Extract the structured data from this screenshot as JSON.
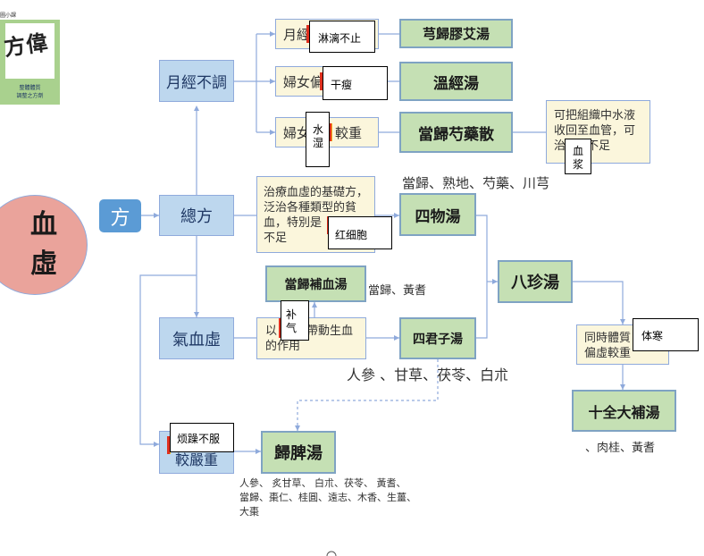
{
  "logo": {
    "caption_top": "圖小課",
    "brand_chars": "方偉",
    "subtitle_line1": "整體體質",
    "subtitle_line2": "調整之方劑"
  },
  "root": {
    "label": "血\n虛"
  },
  "fang": {
    "label": "方"
  },
  "nodes": {
    "yuejing": "月經不調",
    "zongfang": "總方",
    "qixuexu": "氣血虛",
    "jiaoyanzhong": "較嚴重",
    "yuejing_sub": "月經",
    "funv_pian": "婦女偏",
    "funv_jiao": "婦女",
    "funv_jiao2": "較重",
    "zongfang_desc": "治療血虛的基礎方，泛治各種類型的貧血，特別是",
    "zongfang_desc_tail": "不足",
    "qixuexu_desc1": "以",
    "qixuexu_desc2": "方帶動生血",
    "qixuexu_desc3": "的作用",
    "shuiye_desc1": "可把組織中水液",
    "shuiye_desc2": "收回至血管，可",
    "shuiye_desc3": "治",
    "shuiye_desc4": "不足",
    "tiwei_desc1": "同時體質",
    "tiwei_desc2": "偏虛較重"
  },
  "formulas": {
    "xiongguijiaoai": "芎歸膠艾湯",
    "wenjing": "溫經湯",
    "dangguishaoyao": "當歸芍藥散",
    "siwu": "四物湯",
    "dangguibuxue": "當歸補血湯",
    "bazhen": "八珍湯",
    "sijunzi": "四君子湯",
    "shiquan": "十全大補湯",
    "guipi": "歸脾湯"
  },
  "herbs": {
    "siwu": "當歸、熟地、芍藥、川芎",
    "dangguibuxue": "當歸、黃耆",
    "sijunzi": "人參 、甘草、茯苓、白朮",
    "shiquan": "、肉桂、黃耆",
    "guipi_line1": "人參、 炙甘草、 白朮、茯苓、 黃耆、",
    "guipi_line2": "當歸、棗仁、桂圓、遠志、木香、生薑、",
    "guipi_line3": "大棗"
  },
  "notes": {
    "linli": "淋漓不止",
    "ganshou": "干瘦",
    "shuishi": "水\n湿",
    "xuejiang": "血\n浆",
    "hongxibao": "红细胞",
    "buqi": "补\n气",
    "tihan": "体寒",
    "fanzao": "烦躁不服"
  },
  "colors": {
    "blue_box": "#bdd7ee",
    "green_box": "#c5e0b4",
    "cream_box": "#fbf6dc",
    "root_circle": "#eaa39b",
    "line": "#8faadc"
  }
}
